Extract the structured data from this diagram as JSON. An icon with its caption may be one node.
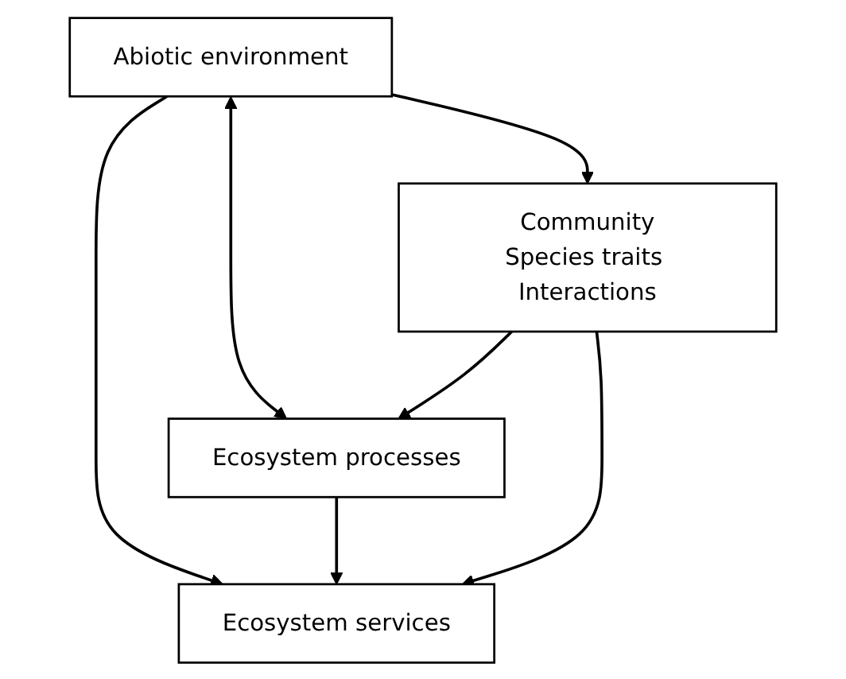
{
  "diagram": {
    "nodes": [
      {
        "text": [
          "Abiotic environment"
        ]
      },
      {
        "text": [
          "Community",
          "Species traits Interactions"
        ]
      },
      {
        "text": [
          "Ecosystem processes"
        ]
      },
      {
        "text": [
          "Ecosystem services"
        ]
      }
    ],
    "edges": [
      {
        "from": 0,
        "to": 1,
        "arrow": "to"
      },
      {
        "from": 0,
        "to": 2,
        "arrow": "both"
      },
      {
        "from": 1,
        "to": 2,
        "arrow": "to"
      },
      {
        "from": 0,
        "to": 3,
        "arrow": "to"
      },
      {
        "from": 2,
        "to": 3,
        "arrow": "to"
      },
      {
        "from": 1,
        "to": 3,
        "arrow": "to"
      }
    ]
  }
}
